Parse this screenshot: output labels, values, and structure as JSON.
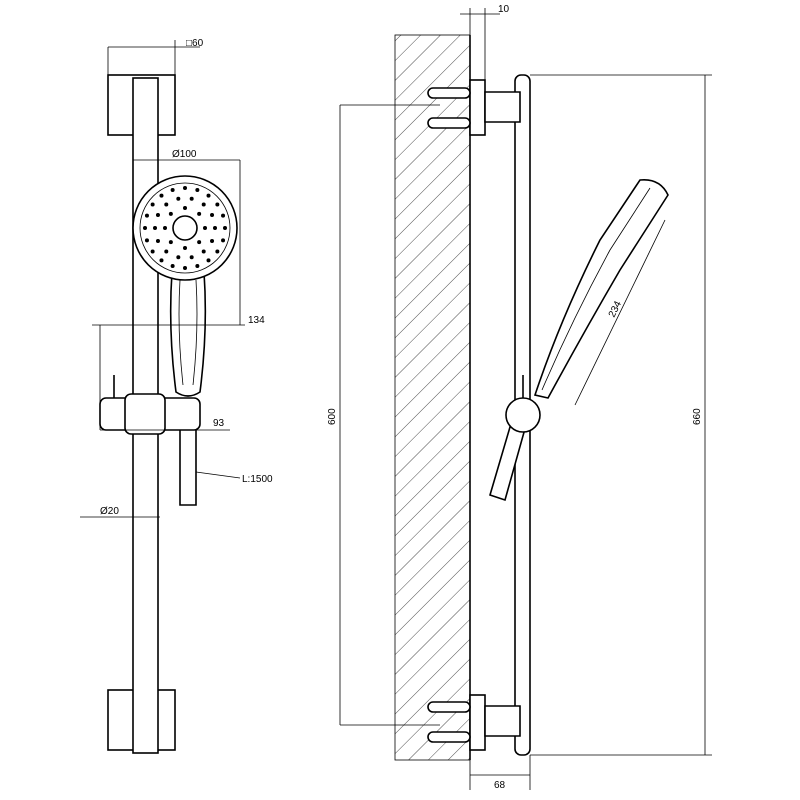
{
  "drawing": {
    "front_view": {
      "bracket_size": "□60",
      "head_diameter": "Ø100",
      "head_height": "134",
      "slider_depth": "93",
      "hose_length": "L:1500",
      "rail_diameter": "Ø20"
    },
    "side_view": {
      "wall_offset": "10",
      "bracket_spacing": "600",
      "total_height": "660",
      "projection": "68",
      "handshower_length": "234"
    }
  }
}
